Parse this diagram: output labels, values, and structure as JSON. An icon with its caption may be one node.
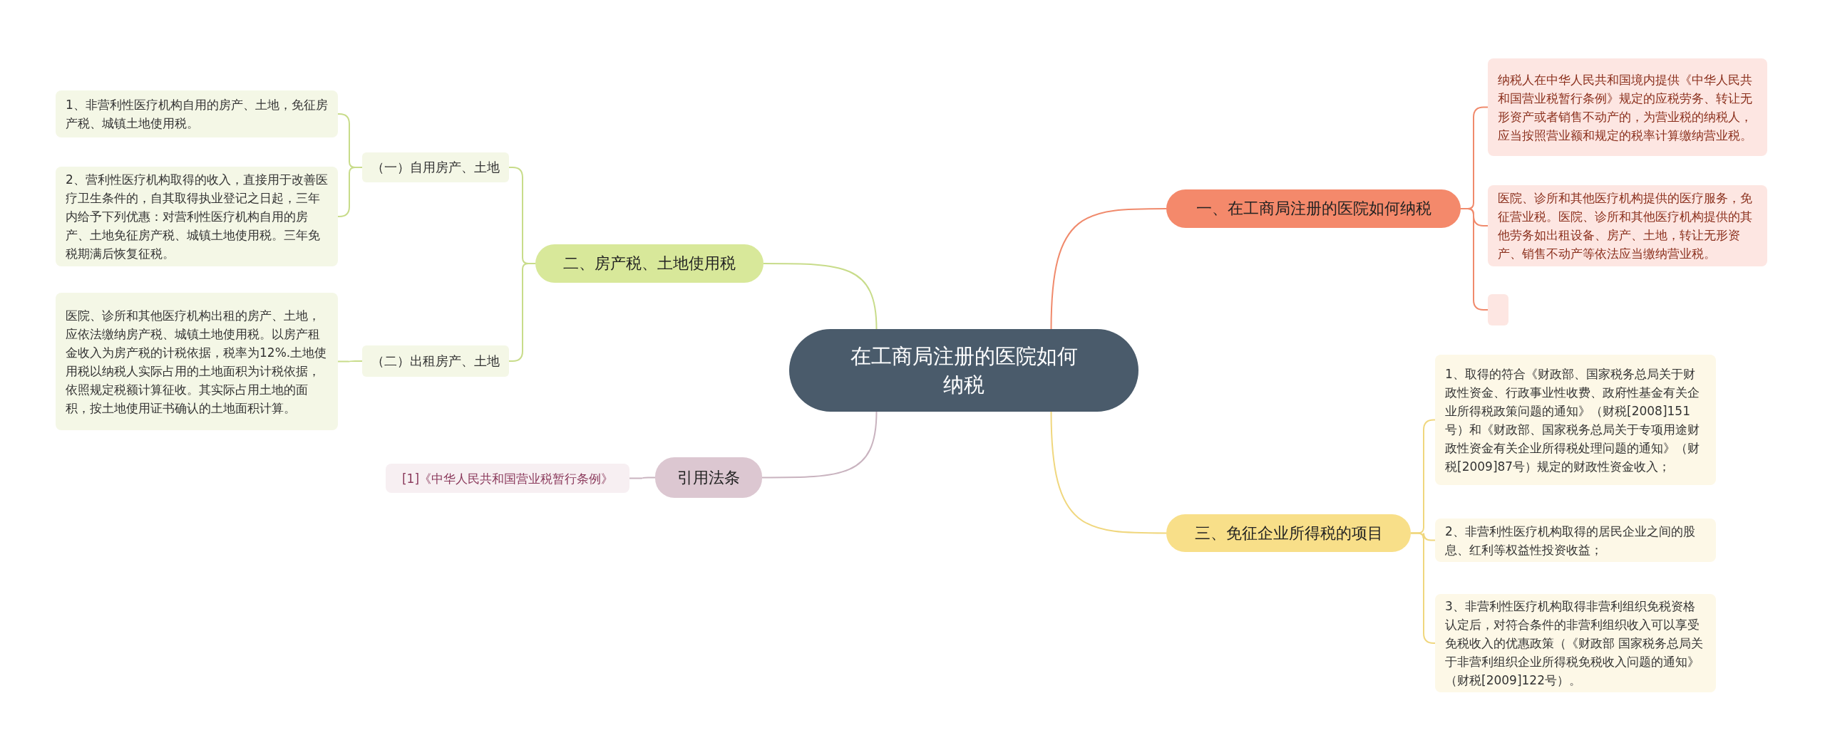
{
  "diagram": {
    "nodes": [
      {
        "text": [
          "在工商局注册的医院如何纳税"
        ]
      },
      {
        "text": [
          "一、在工商局注册的医院如何纳税"
        ]
      },
      {
        "text": [
          "纳税人在中华人民共和国境内提供《中华人民共和国营业税暂行条例》规定的应税劳务、转让无形资产或者销售不动产的，为营业税的纳税人，应当按照营业额和规定的税率计算缴纳营业税。"
        ]
      },
      {
        "text": [
          "医院、诊所和其他医疗机构提供的医疗服务，免征营业税。医院、诊所和其他医疗机构提供的其他劳务如出租设备、房产、土地，转让无形资产、销售不动产等依法应当缴纳营业税。"
        ]
      },
      {
        "text": [],
        "shape": "box"
      },
      {
        "text": [
          "二、房产税、土地使用税"
        ]
      },
      {
        "text": [
          "（一）自用房产、土地"
        ]
      },
      {
        "text": [
          "1、非营利性医疗机构自用的房产、土地，免征房产税、城镇土地使用税。"
        ]
      },
      {
        "text": [
          "2、营利性医疗机构取得的收入，直接用于改善医疗卫生条件的，自其取得执业登记之日起，三年内给予下列优惠：对营利性医疗机构自用的房产、土地免征房产税、城镇土地使用税。三年免税期满后恢复征税。"
        ]
      },
      {
        "text": [
          "（二）出租房产、土地"
        ]
      },
      {
        "text": [
          "医院、诊所和其他医疗机构出租的房产、土地，应依法缴纳房产税、城镇土地使用税。以房产租金收入为房产税的计税依据，税率为12%.土地使用税以纳税人实际占用的土地面积为计税依据，依照规定税额计算征收。其实际占用土地的面积，按土地使用证书确认的土地面积计算。"
        ]
      },
      {
        "text": [
          "引用法条"
        ]
      },
      {
        "text": [
          "[1]《中华人民共和国营业税暂行条例》"
        ]
      },
      {
        "text": [
          "三、免征企业所得税的项目"
        ]
      },
      {
        "text": [
          "1、取得的符合《财政部、国家税务总局关于财政性资金、行政事业性收费、政府性基金有关企业所得税政策问题的通知》（财税[2008]151号）和《财政部、国家税务总局关于专项用途财政性资金有关企业所得税处理问题的通知》（财税[2009]87号）规定的财政性资金收入；"
        ]
      },
      {
        "text": [
          "2、非营利性医疗机构取得的居民企业之间的股息、红利等权益性投资收益；"
        ]
      },
      {
        "text": [
          "3、非营利性医疗机构取得非营利组织免税资格认定后，对符合条件的非营利组织收入可以享受免税收入的优惠政策（《财政部 国家税务总局关于非营利组织企业所得税免税收入问题的通知》（财税[2009]122号）。"
        ]
      }
    ],
    "edges": [
      {
        "from": 0,
        "to": 1,
        "arrow": "none",
        "color": "#f08a6c"
      },
      {
        "from": 1,
        "to": 2,
        "arrow": "none",
        "color": "#f08a6c"
      },
      {
        "from": 1,
        "to": 3,
        "arrow": "none",
        "color": "#f08a6c"
      },
      {
        "from": 1,
        "to": 4,
        "arrow": "none",
        "color": "#f08a6c"
      },
      {
        "from": 0,
        "to": 5,
        "arrow": "none"
      },
      {
        "from": 5,
        "to": 6,
        "arrow": "none"
      },
      {
        "from": 6,
        "to": 7,
        "arrow": "none"
      },
      {
        "from": 6,
        "to": 8,
        "arrow": "none"
      },
      {
        "from": 5,
        "to": 9,
        "arrow": "none"
      },
      {
        "from": 9,
        "to": 10,
        "arrow": "none"
      },
      {
        "from": 0,
        "to": 11,
        "arrow": "none",
        "color": "#c9b3bf"
      },
      {
        "from": 11,
        "to": 12,
        "arrow": "none",
        "color": "#c9b3bf"
      },
      {
        "from": 0,
        "to": 13,
        "arrow": "none",
        "color": "#f0d77e"
      },
      {
        "from": 13,
        "to": 14,
        "arrow": "none",
        "color": "#f0d77e"
      },
      {
        "from": 13,
        "to": 15,
        "arrow": "none",
        "color": "#f0d77e"
      },
      {
        "from": 13,
        "to": 16,
        "arrow": "none",
        "color": "#f0d77e"
      }
    ]
  }
}
